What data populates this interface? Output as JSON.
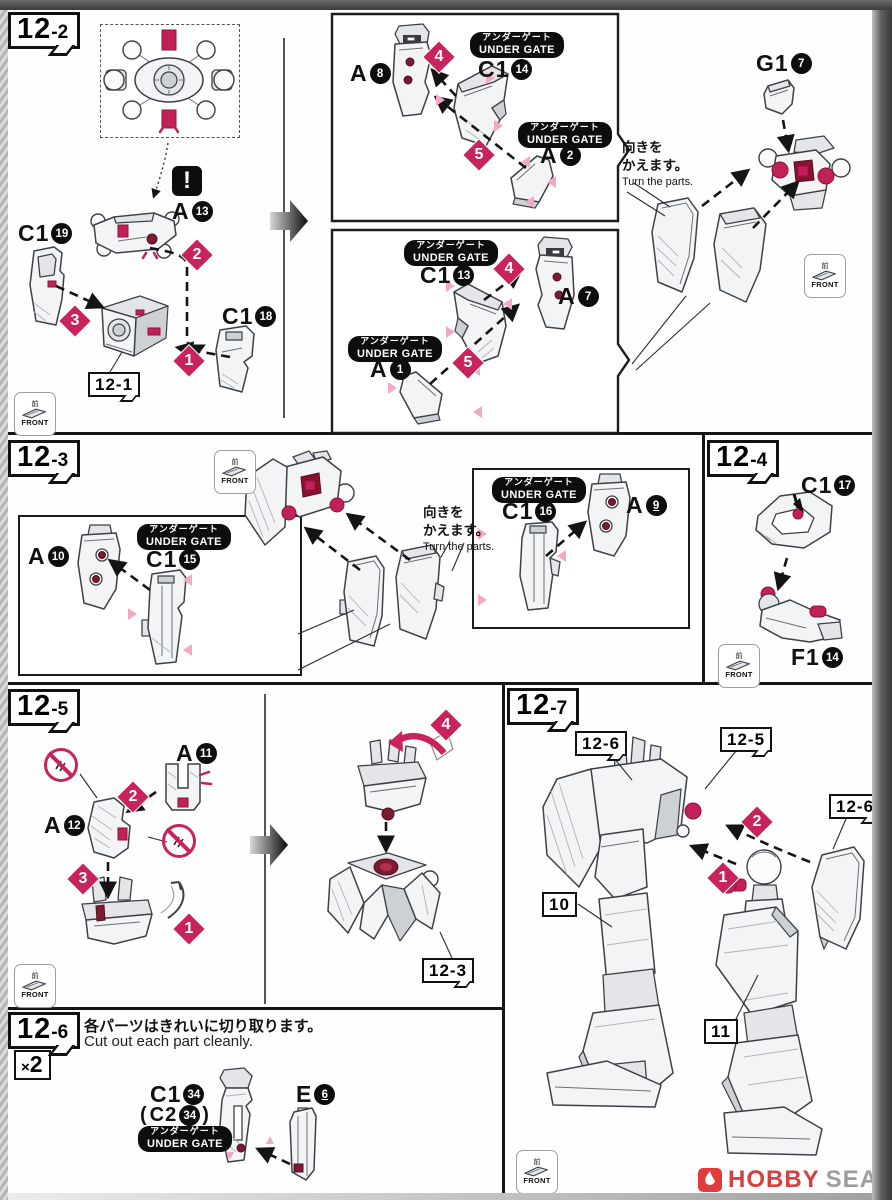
{
  "common": {
    "under_gate_jp": "アンダーゲート",
    "under_gate_en": "UNDER GATE",
    "front_kanji": "前",
    "front_label": "FRONT",
    "turn_jp1": "向きを",
    "turn_jp2": "かえます。",
    "turn_en": "Turn the parts.",
    "warning_mark": "!",
    "times_sign": "×",
    "times_count": "2"
  },
  "sections": {
    "s2": {
      "num": "12",
      "sub": "-2",
      "c1_19_code": "C1",
      "c1_19_num": "19",
      "a13_code": "A",
      "a13_num": "13",
      "c1_18_code": "C1",
      "c1_18_num": "18",
      "g1_7_code": "G1",
      "g1_7_num": "7",
      "step1": "1",
      "step2": "2",
      "step3": "3",
      "ref_12_1": "12-1",
      "b1_a8_code": "A",
      "b1_a8_num": "8",
      "b1_c1_14_code": "C1",
      "b1_c1_14_num": "14",
      "b1_a2_code": "A",
      "b1_a2_num": "2",
      "b1_step4": "4",
      "b1_step5": "5",
      "b2_c1_13_code": "C1",
      "b2_c1_13_num": "13",
      "b2_a7_code": "A",
      "b2_a7_num": "7",
      "b2_a1_code": "A",
      "b2_a1_num": "1",
      "b2_step4": "4",
      "b2_step5": "5"
    },
    "s3": {
      "num": "12",
      "sub": "-3",
      "a10_code": "A",
      "a10_num": "10",
      "c1_15_code": "C1",
      "c1_15_num": "15",
      "c1_16_code": "C1",
      "c1_16_num": "16",
      "a9_code": "A",
      "a9_num": "9"
    },
    "s4": {
      "num": "12",
      "sub": "-4",
      "c1_17_code": "C1",
      "c1_17_num": "17",
      "f1_14_code": "F1",
      "f1_14_num": "14"
    },
    "s5": {
      "num": "12",
      "sub": "-5",
      "a11_code": "A",
      "a11_num": "11",
      "a12_code": "A",
      "a12_num": "12",
      "step1": "1",
      "step2": "2",
      "step3": "3",
      "step4": "4",
      "ref_12_3": "12-3"
    },
    "s6": {
      "num": "12",
      "sub": "-6",
      "note_jp": "各パーツはきれいに切り取ります。",
      "note_en": "Cut out each part cleanly.",
      "c1_34_code": "C1",
      "c1_34_num": "34",
      "c2_34_prefix": "(",
      "c2_34_code": "C2",
      "c2_34_num": "34",
      "c2_34_suffix": ")",
      "e6_code": "E",
      "e6_num": "6"
    },
    "s7": {
      "num": "12",
      "sub": "-7",
      "ref_12_6a": "12-6",
      "ref_12_5": "12-5",
      "ref_12_6b": "12-6",
      "ref_10": "10",
      "ref_11": "11",
      "step1": "1",
      "step2": "2"
    }
  },
  "watermark": {
    "brand_red": "HOBBY",
    "brand_gray": "SEARCH"
  }
}
